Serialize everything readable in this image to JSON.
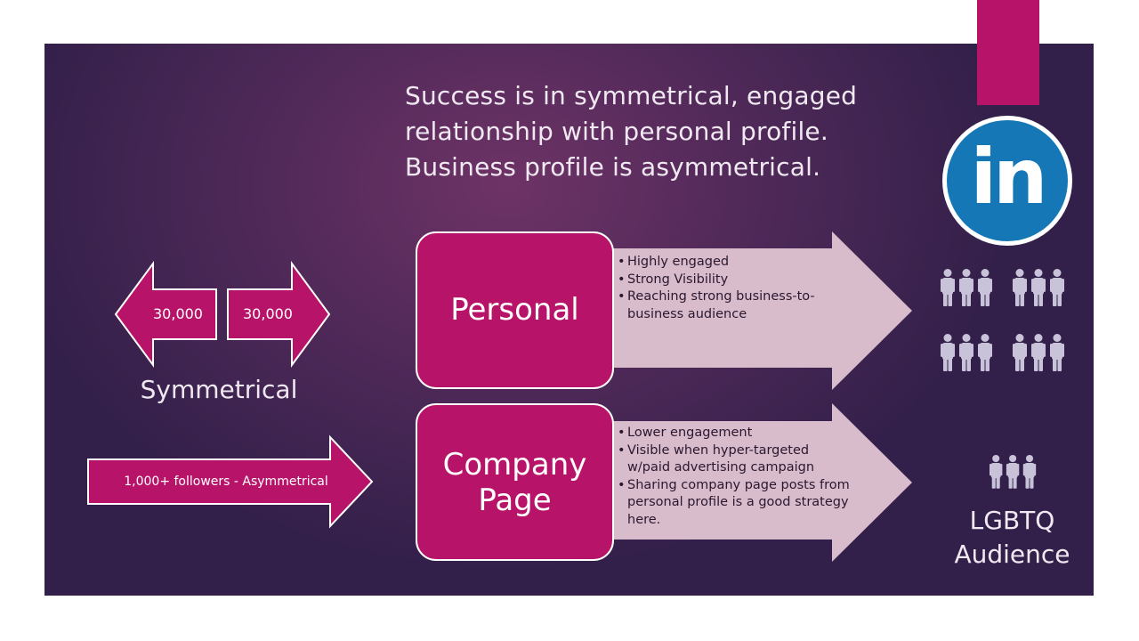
{
  "headline": {
    "line1": "Success is in symmetrical, engaged",
    "line2": "relationship with personal profile.",
    "line3": "Business profile is asymmetrical."
  },
  "symmetrical": {
    "left_value": "30,000",
    "right_value": "30,000",
    "caption": "Symmetrical"
  },
  "asymmetrical": {
    "label": "1,000+ followers - Asymmetrical"
  },
  "personal": {
    "title": "Personal",
    "bullets": [
      "Highly engaged",
      "Strong Visibility",
      "Reaching strong business-to-business audience"
    ]
  },
  "company": {
    "title_line1": "Company",
    "title_line2": "Page",
    "bullets": [
      "Lower engagement",
      "Visible when hyper-targeted w/paid advertising campaign",
      "Sharing company page posts from personal profile is a good strategy here."
    ]
  },
  "logo": {
    "text": "in",
    "name": "linkedin-logo"
  },
  "audience": {
    "line1": "LGBTQ",
    "line2": "Audience"
  },
  "colors": {
    "accent": "#b71469",
    "arrow_fill": "#d9bccb",
    "background": "#4a2652",
    "linkedin_blue": "#1577b5",
    "people": "#c8c3d9"
  }
}
